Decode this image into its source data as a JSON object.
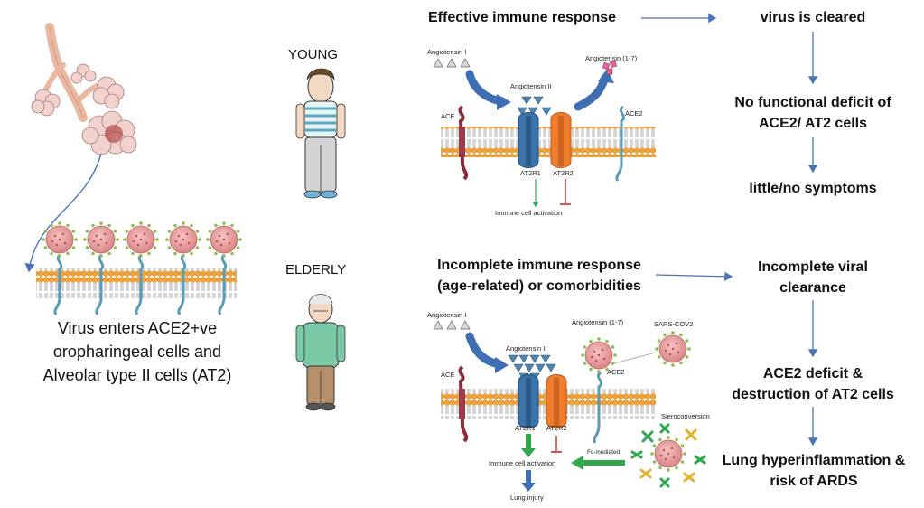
{
  "left_panel": {
    "caption_lines": [
      "Virus enters  ACE2+ve",
      "oropharingeal cells and",
      "Alveolar type II cells (AT2)"
    ]
  },
  "young": {
    "label": "YOUNG",
    "response": "Effective immune response",
    "flow": [
      "virus is cleared",
      "No functional deficit of",
      "ACE2/ AT2 cells",
      "little/no symptoms"
    ]
  },
  "elderly": {
    "label": "ELDERLY",
    "response_lines": [
      "Incomplete immune response",
      "(age-related) or comorbidities"
    ],
    "flow": [
      "Incomplete viral",
      "clearance",
      "ACE2 deficit &",
      "destruction of AT2 cells",
      "Lung hyperinflammation &",
      "risk of ARDS"
    ]
  },
  "pathway_top": {
    "angiotensin_i": "Angiotensin I",
    "angiotensin_ii": "Angiotensin II",
    "angiotensin_1_7": "Angiotensin (1-7)",
    "ace": "ACE",
    "ace2": "ACE2",
    "at2r1": "AT2R1",
    "at2r2": "AT2R2",
    "immune_activation": "Immune cell activation"
  },
  "pathway_bottom": {
    "angiotensin_i": "Angiotensin I",
    "angiotensin_ii": "Angiotensin II",
    "angiotensin_1_7": "Angiotensin (1-7)",
    "sars_cov2": "SARS-COV2",
    "ace": "ACE",
    "ace2": "ACE2",
    "at2r1": "AT2R1",
    "at2r2": "AT2R2",
    "seroconversion": "Sieroconversion",
    "fc_mediated": "Fc-mediated",
    "immune_activation": "Immune cell activation",
    "lung_injury": "Lung injury"
  },
  "colors": {
    "arrow_blue": "#4a72b8",
    "membrane_head": "#f0a43a",
    "receptor_blue": "#3a74a8",
    "receptor_orange": "#ef7d2e",
    "ace_maroon": "#8a2b3a",
    "virus_pink": "#e8a0a0",
    "green_arrow": "#2ea84a",
    "red_inhibit": "#d42a2a"
  }
}
